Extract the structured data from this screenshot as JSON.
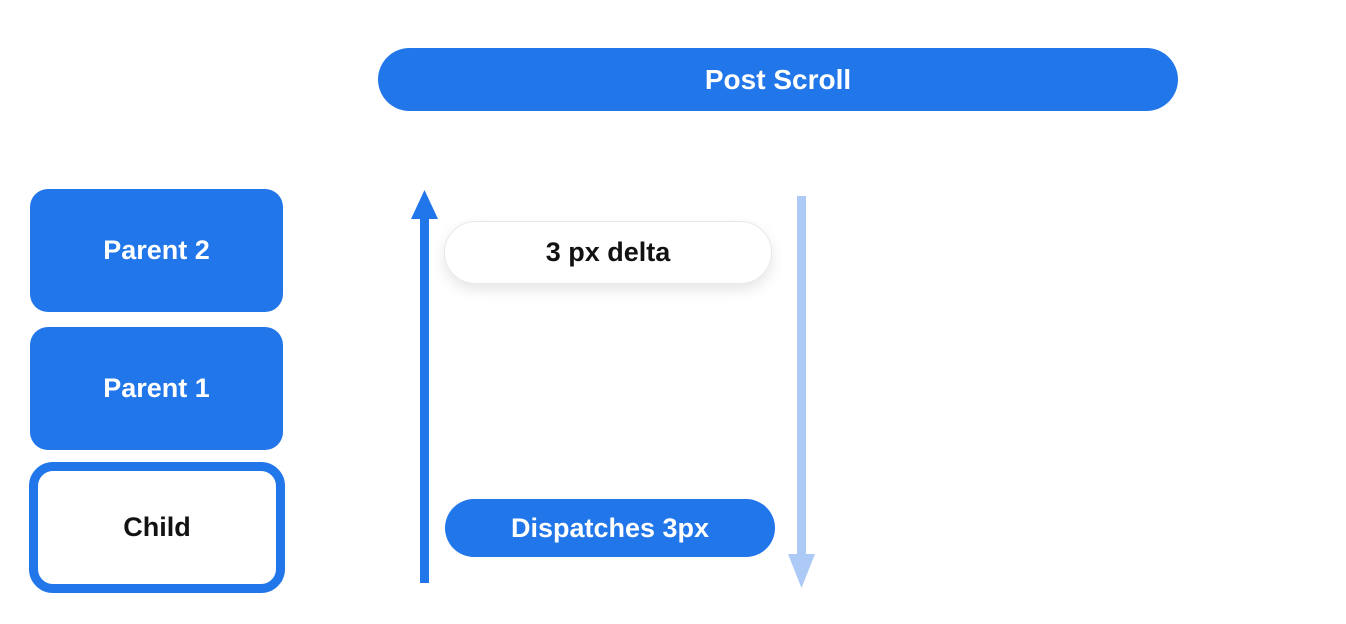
{
  "colors": {
    "primary_blue": "#2176E9",
    "light_blue": "#ADC9F6",
    "text_dark": "#121212",
    "pill_border": "#E9E9E9"
  },
  "banner": {
    "label": "Post Scroll"
  },
  "nodes": {
    "parent2": "Parent 2",
    "parent1": "Parent 1",
    "child": "Child"
  },
  "annotations": {
    "delta_label": "3 px delta",
    "dispatch_label": "Dispatches 3px"
  },
  "icons": {
    "up_arrow": "arrow-up-icon",
    "down_arrow": "arrow-down-icon"
  }
}
